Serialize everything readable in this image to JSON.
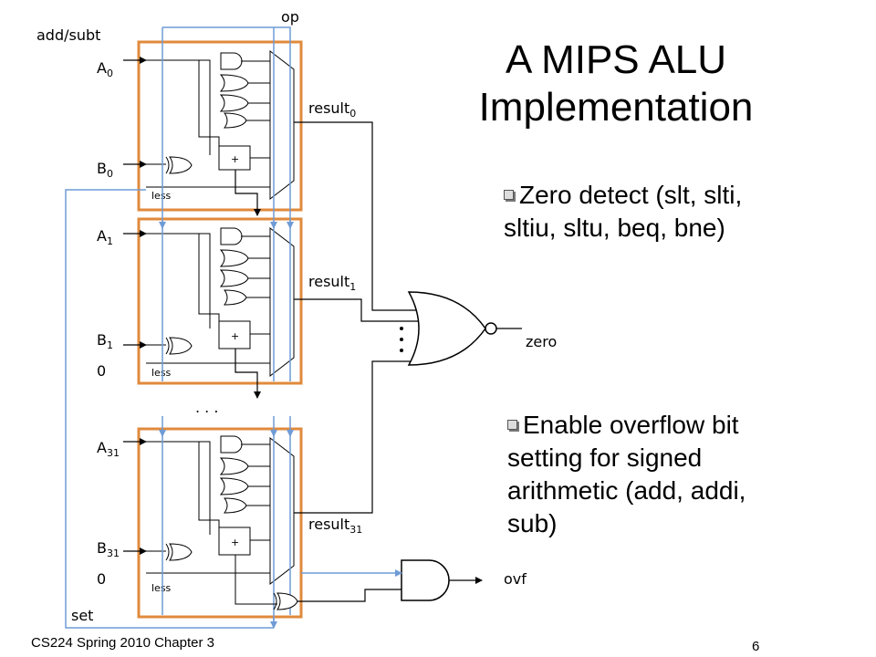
{
  "title": {
    "line1": "A MIPS ALU",
    "line2": "Implementation"
  },
  "bullets": [
    {
      "line1": "Zero detect (slt, slti,",
      "line2": "sltiu, sltu, beq, bne)"
    },
    {
      "line1": "Enable overflow bit",
      "line2": "setting for signed",
      "line3": "arithmetic (add, addi,",
      "line4": "sub)"
    }
  ],
  "labels": {
    "op": "op",
    "add_subt": "add/subt",
    "a0": "A",
    "a0_sub": "0",
    "b0": "B",
    "b0_sub": "0",
    "a1": "A",
    "a1_sub": "1",
    "b1": "B",
    "b1_sub": "1",
    "a31": "A",
    "a31_sub": "31",
    "b31": "B",
    "b31_sub": "31",
    "zero_in1": "0",
    "zero_in31": "0",
    "less": "less",
    "plus": "+",
    "result0": "result",
    "result0_sub": "0",
    "result1": "result",
    "result1_sub": "1",
    "result31": "result",
    "result31_sub": "31",
    "zero": "zero",
    "ovf": "ovf",
    "set": "set",
    "dots_h": ". . .",
    "dots_v": "·"
  },
  "footer": {
    "course": "CS224 Spring 2010 Chapter 3",
    "page": "6"
  },
  "colors": {
    "box_border": "#e08a3c",
    "arrow": "#6f9bd6",
    "wire": "#000000"
  }
}
